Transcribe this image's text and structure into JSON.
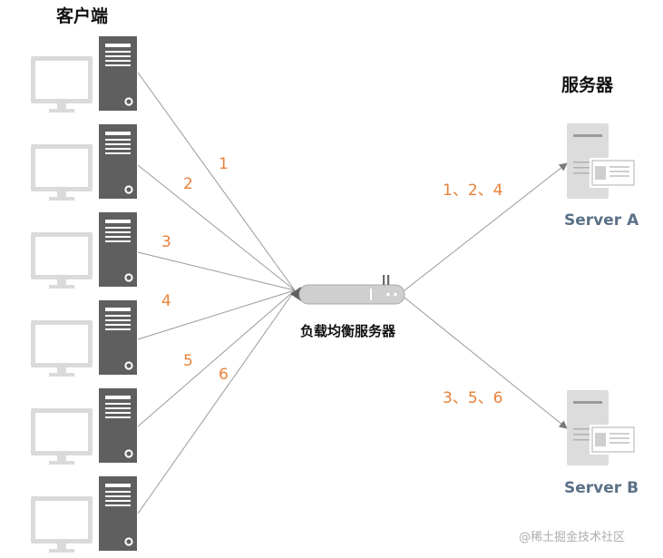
{
  "titles": {
    "clients": "客户端",
    "servers": "服务器",
    "load_balancer": "负载均衡服务器"
  },
  "connections": {
    "client_labels": [
      "1",
      "2",
      "3",
      "4",
      "5",
      "6"
    ],
    "to_server_a": "1、2、4",
    "to_server_b": "3、5、6"
  },
  "servers": {
    "a": "Server A",
    "b": "Server B"
  },
  "watermark": "@稀土掘金技术社区",
  "colors": {
    "label_orange": "#e8823a",
    "server_label": "#5b7186",
    "line": "#9a9a9a",
    "tower_dark": "#5f5f5f",
    "monitor_light": "#d6d6d6"
  }
}
